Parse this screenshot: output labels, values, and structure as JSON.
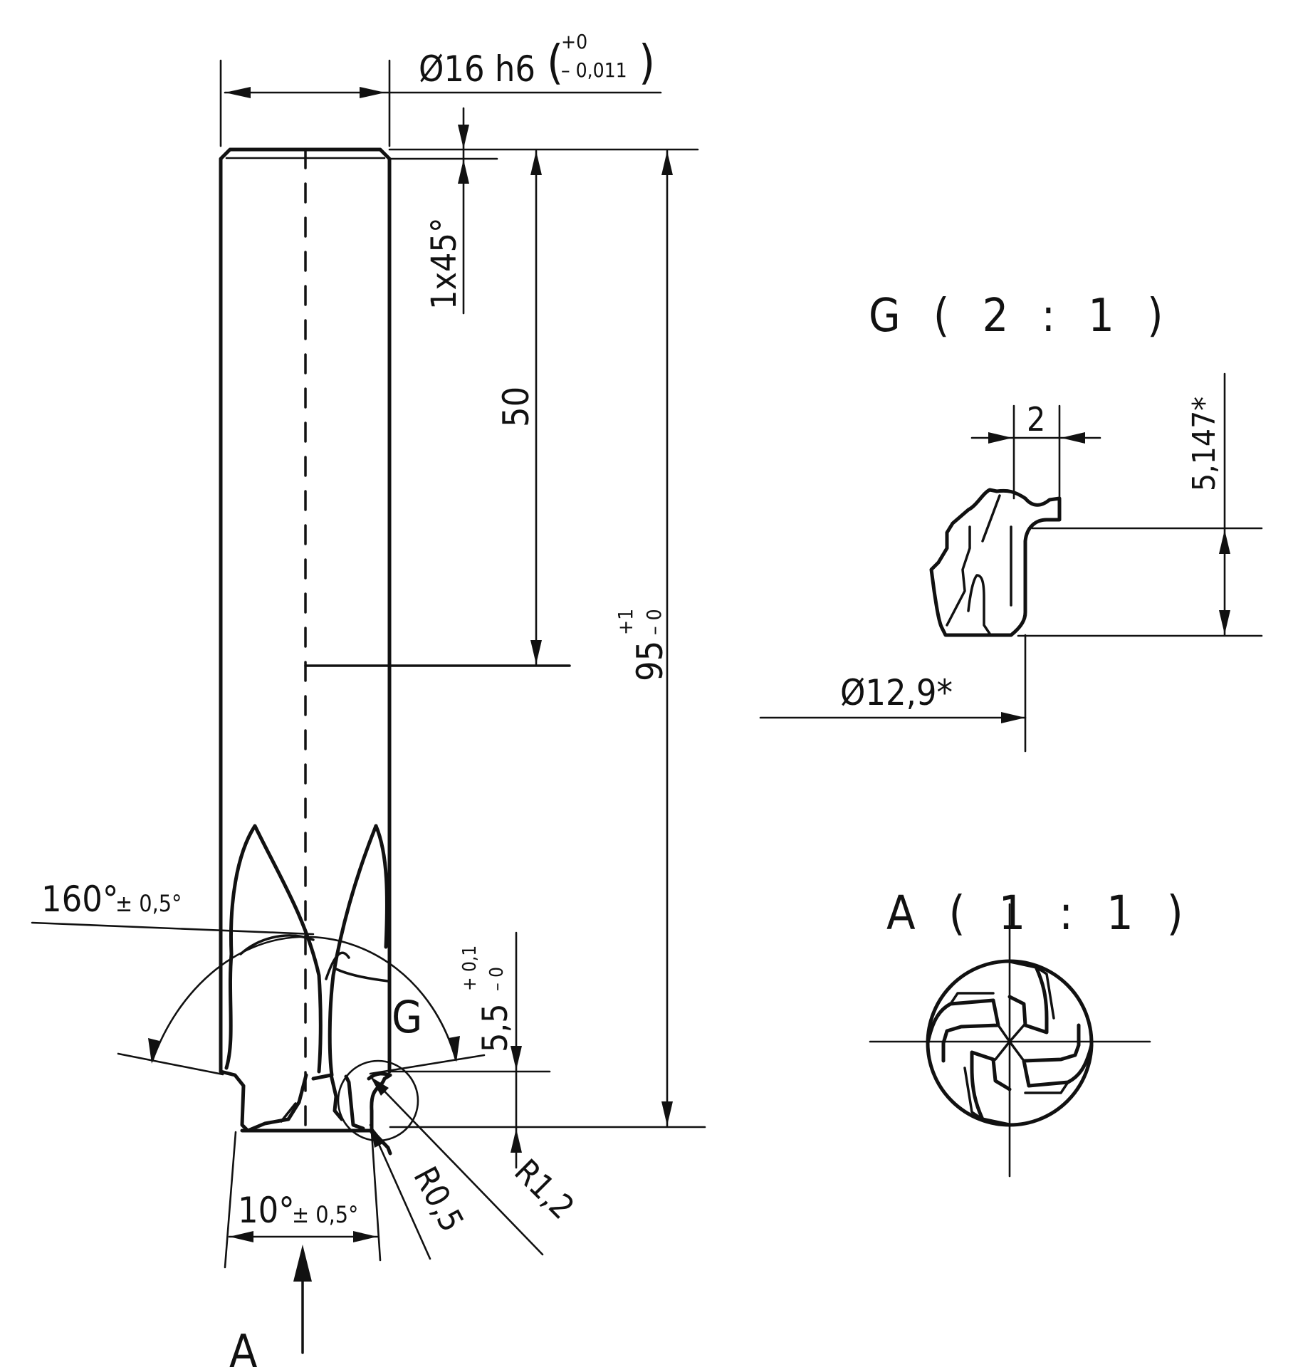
{
  "main_view": {
    "shank_diameter": "Ø16 h6",
    "shank_tol_upper": "+0",
    "shank_tol_lower": "– 0,011",
    "chamfer": "1x45°",
    "length_shank": "50",
    "overall_length": "95",
    "overall_tol_upper": "+1",
    "overall_tol_lower": "– 0",
    "point_angle": "160°",
    "point_angle_tol": "± 0,5°",
    "flute_length": "5,5",
    "flute_tol_upper": "+ 0,1",
    "flute_tol_lower": "– 0",
    "detail_ref": "G",
    "clearance_angle": "10°",
    "clearance_angle_tol": "± 0,5°",
    "radius_small": "R0,5",
    "radius_large": "R1,2",
    "view_arrow_label": "A"
  },
  "detail_g": {
    "title": "G ( 2 : 1 )",
    "width": "2",
    "height": "5,147*",
    "diameter": "Ø12,9*"
  },
  "view_a": {
    "title": "A ( 1 : 1 )"
  }
}
